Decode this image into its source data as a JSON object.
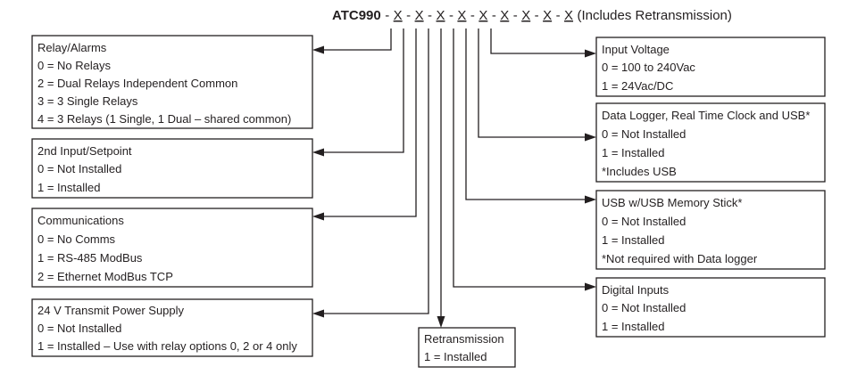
{
  "header": {
    "model": "ATC990",
    "code_segments": [
      "-",
      "X",
      "-",
      "X",
      "-",
      "X",
      "-",
      "X",
      "-",
      "X",
      "-",
      "X",
      "-",
      "X",
      "-",
      "X",
      "-",
      "X"
    ],
    "note": " (Includes Retransmission)"
  },
  "boxes": {
    "relay_alarms": {
      "title": "Relay/Alarms",
      "lines": [
        "0 = No Relays",
        "2 = Dual Relays Independent Common",
        "3 = 3 Single Relays",
        "4 = 3 Relays (1 Single, 1 Dual – shared common)"
      ]
    },
    "second_input": {
      "title": "2nd Input/Setpoint",
      "lines": [
        "0 = Not Installed",
        "1 = Installed"
      ]
    },
    "communications": {
      "title": "Communications",
      "lines": [
        "0 = No Comms",
        "1 = RS-485 ModBus",
        "2 = Ethernet ModBus TCP"
      ]
    },
    "transmit_power": {
      "title": "24 V Transmit Power Supply",
      "lines": [
        "0 = Not Installed",
        "1 = Installed – Use with relay options 0, 2 or 4 only"
      ]
    },
    "retransmission": {
      "title": "Retransmission",
      "lines": [
        "1 = Installed"
      ]
    },
    "input_voltage": {
      "title": "Input Voltage",
      "lines": [
        "0 = 100 to 240Vac",
        "1 = 24Vac/DC"
      ]
    },
    "data_logger": {
      "title": "Data Logger, Real Time Clock and USB*",
      "lines": [
        "0 = Not Installed",
        "1 = Installed",
        "*Includes USB"
      ]
    },
    "usb_memory": {
      "title": "USB w/USB Memory Stick*",
      "lines": [
        "0 = Not Installed",
        "1 = Installed",
        "*Not required with Data logger"
      ]
    },
    "digital_inputs": {
      "title": "Digital Inputs",
      "lines": [
        "0 = Not Installed",
        "1 = Installed"
      ]
    }
  }
}
